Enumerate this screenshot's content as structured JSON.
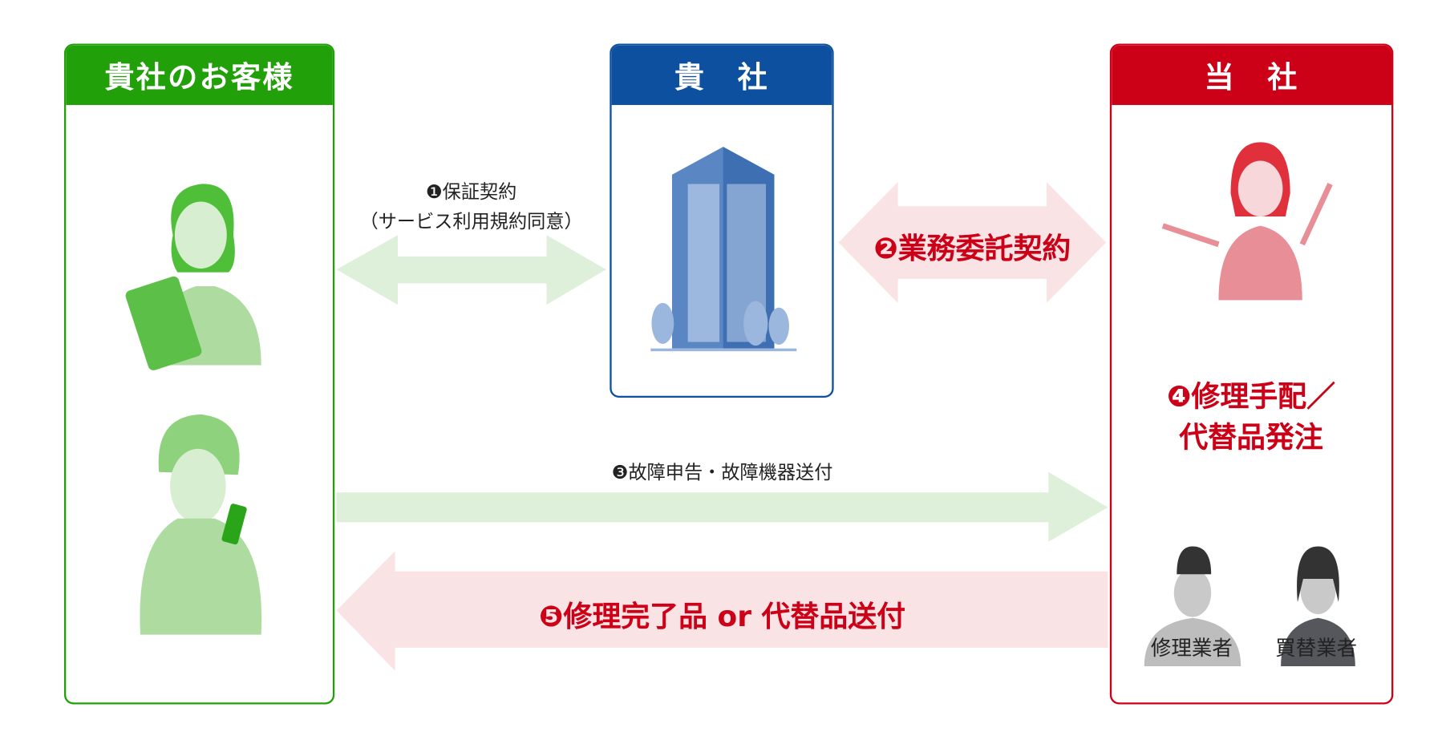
{
  "columns": {
    "customer": {
      "title": "貴社のお客様",
      "color": "#22a00a"
    },
    "client": {
      "title": "貴　社",
      "color": "#0d50a0"
    },
    "us": {
      "title": "当　社",
      "color": "#cc0017"
    }
  },
  "steps": {
    "step1": {
      "line1": "❶保証契約",
      "line2": "（サービス利用規約同意）"
    },
    "step2": "❷業務委託契約",
    "step3": "❸故障申告・故障機器送付",
    "step4": {
      "line1": "❹修理手配／",
      "line2": "代替品発注"
    },
    "step5": "❺修理完了品 or 代替品送付"
  },
  "vendors": [
    "修理業者",
    "買替業者"
  ],
  "colors": {
    "green_arrow": "#dff0da",
    "pink_arrow": "#fae3e5",
    "accent_red": "#cc0017"
  }
}
